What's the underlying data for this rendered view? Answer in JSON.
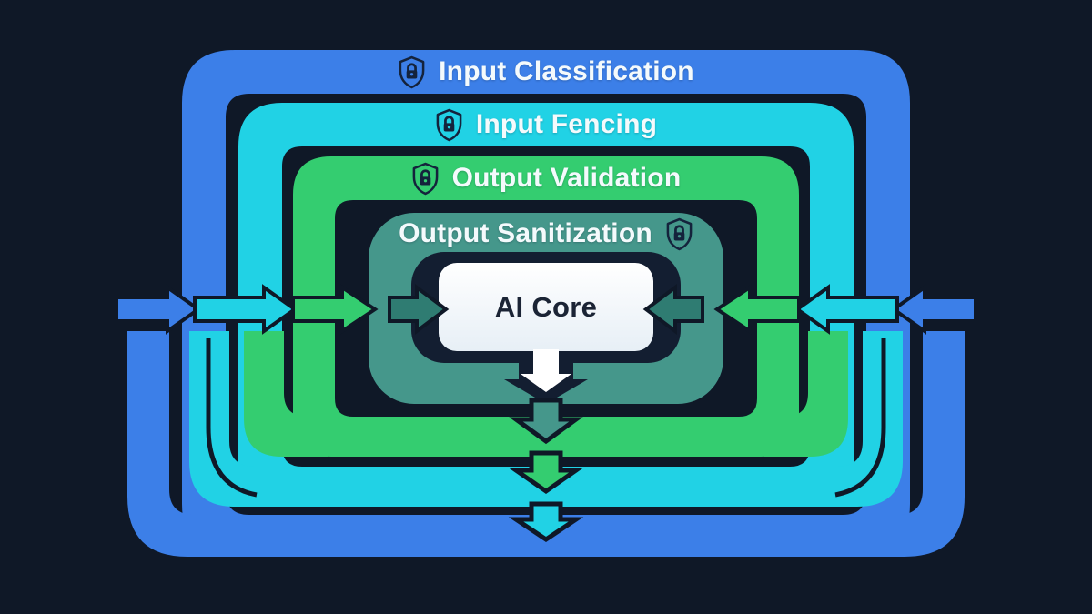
{
  "diagram_type": "nested-security-layers",
  "layers": [
    {
      "id": "input-classification",
      "label": "Input Classification",
      "color": "#3c7fe8",
      "icon": "shield-lock",
      "icon_side": "left"
    },
    {
      "id": "input-fencing",
      "label": "Input Fencing",
      "color": "#21d2e5",
      "icon": "shield-lock",
      "icon_side": "left"
    },
    {
      "id": "output-validation",
      "label": "Output Validation",
      "color": "#34cd70",
      "icon": "shield-lock",
      "icon_side": "left"
    },
    {
      "id": "output-sanitization",
      "label": "Output Sanitization",
      "color": "#45978b",
      "icon": "shield-lock",
      "icon_side": "right"
    }
  ],
  "core": {
    "label": "AI Core",
    "fill": "#ffffff",
    "text_color": "#1b2435"
  },
  "arrows": {
    "left_side": "one inward arrow per layer pointing right toward the core",
    "right_side": "one inward arrow per layer pointing left toward the core",
    "bottom": "downward cascade from core through each layer band"
  },
  "icons": {
    "shield_lock": "shield outline with solid padlock"
  },
  "colors": {
    "background": "#0f1827",
    "blue": "#3c7fe8",
    "cyan": "#21d2e5",
    "green": "#34cd70",
    "teal": "#45978b",
    "teal_arrow": "#2f7c72",
    "core_border": "#131e31",
    "core_text": "#1b2435",
    "label_text": "#f4fafc",
    "shield": "#14233c",
    "white": "#ffffff"
  }
}
